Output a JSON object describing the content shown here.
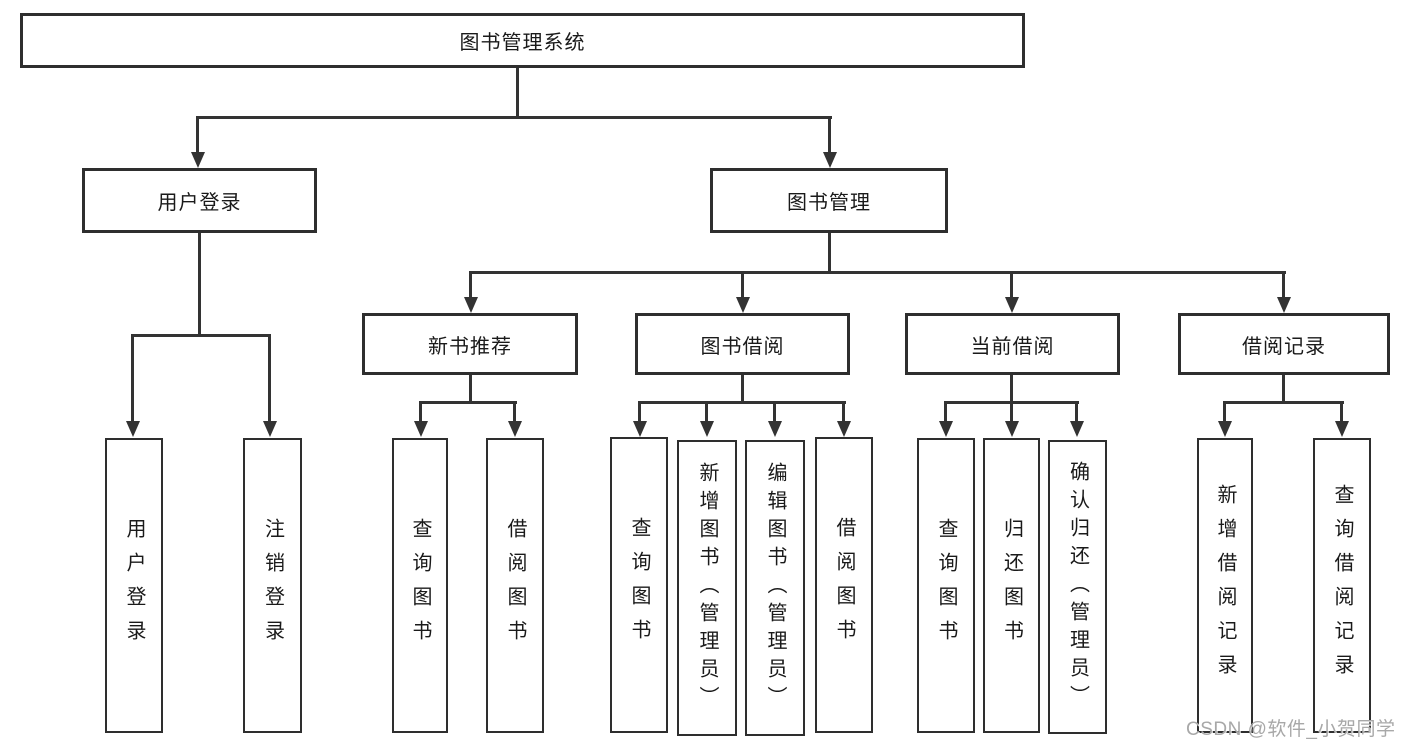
{
  "diagram": {
    "title": "图书管理系统",
    "level2": {
      "user_login": "用户登录",
      "book_management": "图书管理"
    },
    "level3": {
      "new_book_recommend": "新书推荐",
      "book_borrow": "图书借阅",
      "current_borrow": "当前借阅",
      "borrow_records": "借阅记录"
    },
    "leaves": {
      "user_login_leaf": "用户登录",
      "logout": "注销登录",
      "nbr_query_books": "查询图书",
      "nbr_borrow_books": "借阅图书",
      "bb_query_books": "查询图书",
      "bb_add_books": "新增图书（管理员）",
      "bb_edit_books": "编辑图书（管理员）",
      "bb_borrow_books": "借阅图书",
      "cb_query_books": "查询图书",
      "cb_return_books": "归还图书",
      "cb_confirm_return": "确认归还（管理员）",
      "br_add_record": "新增借阅记录",
      "br_query_record": "查询借阅记录"
    }
  },
  "watermark": "CSDN @软件_小贺同学",
  "colors": {
    "line": "#333333",
    "box_border": "#2e2e2e",
    "text": "#1a1a1a",
    "watermark": "#a8a8a8",
    "background": "#ffffff"
  }
}
